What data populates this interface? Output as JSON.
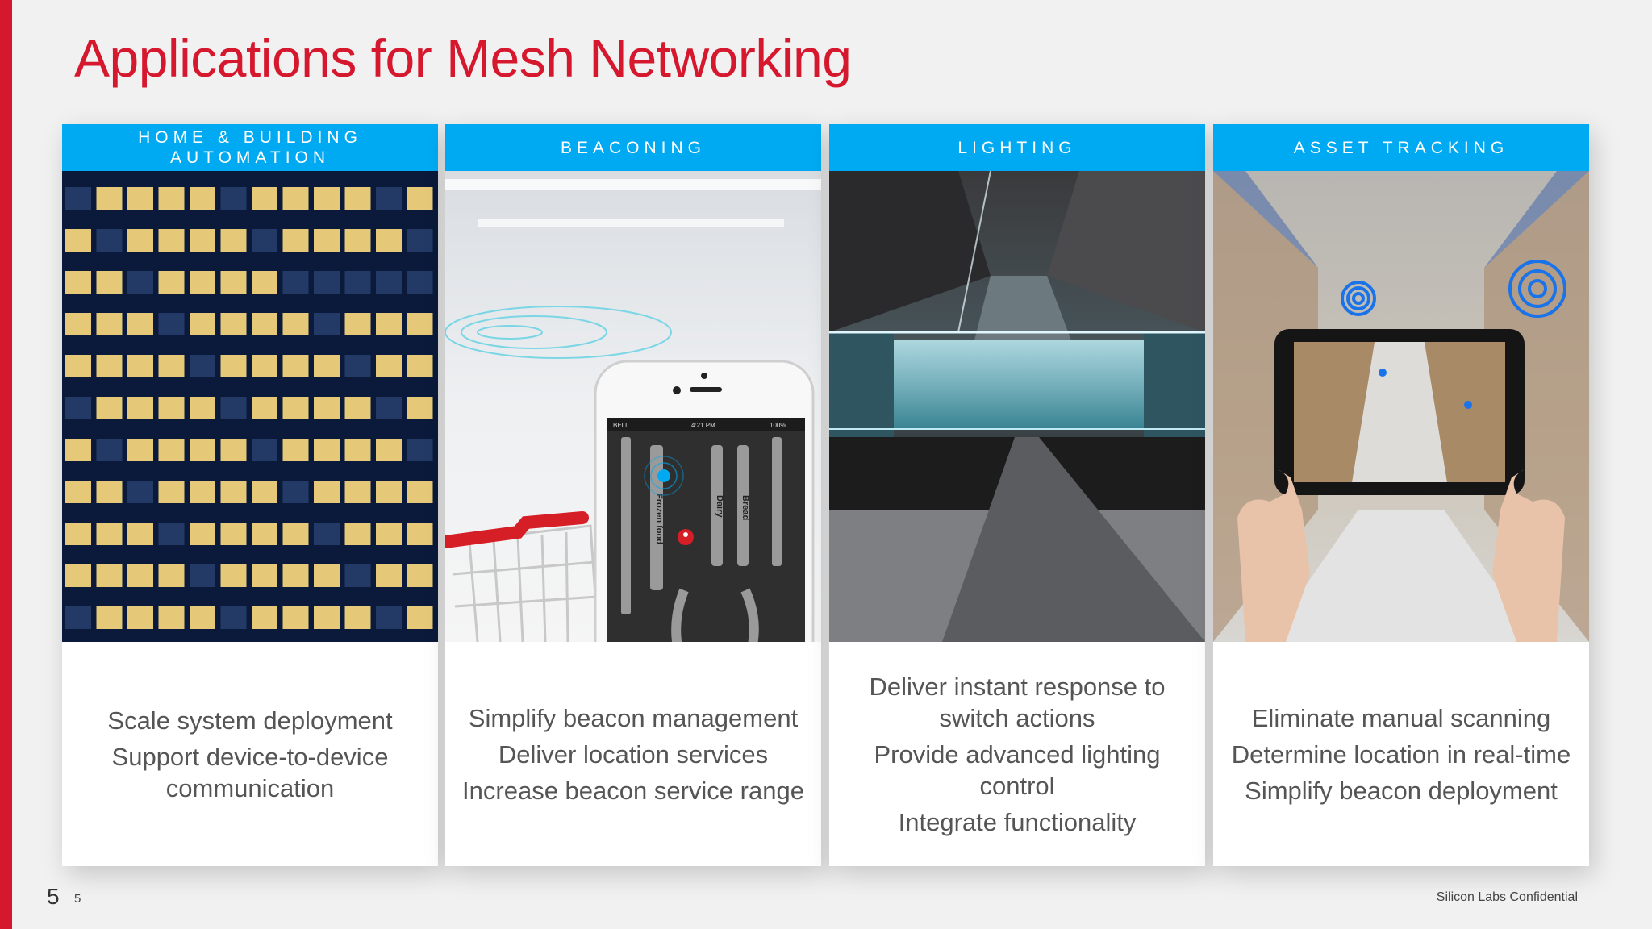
{
  "slide": {
    "title": "Applications for Mesh Networking",
    "page_number_large": "5",
    "page_number_small": "5",
    "footer": "Silicon Labs Confidential"
  },
  "cards": [
    {
      "header": "Home & Building Automation",
      "image_name": "office-building-night-image",
      "lines": [
        "Scale system deployment",
        "Support device-to-device communication"
      ]
    },
    {
      "header": "Beaconing",
      "image_name": "phone-store-map-image",
      "lines": [
        "Simplify beacon management",
        "Deliver location services",
        "Increase beacon service range"
      ],
      "phone": {
        "carrier": "BELL",
        "time": "4:21 PM",
        "battery": "100%",
        "aisles": [
          "Frozen food",
          "Dairy",
          "Bread"
        ]
      }
    },
    {
      "header": "Lighting",
      "image_name": "kitchen-led-lighting-image",
      "lines": [
        "Deliver instant response to switch actions",
        "Provide advanced lighting control",
        "Integrate functionality"
      ]
    },
    {
      "header": "Asset Tracking",
      "image_name": "warehouse-tablet-image",
      "lines": [
        "Eliminate manual scanning",
        "Determine location in real-time",
        "Simplify beacon deployment"
      ]
    }
  ],
  "colors": {
    "accent_red": "#d6182f",
    "header_blue": "#00aaf2",
    "body_text": "#555555"
  }
}
